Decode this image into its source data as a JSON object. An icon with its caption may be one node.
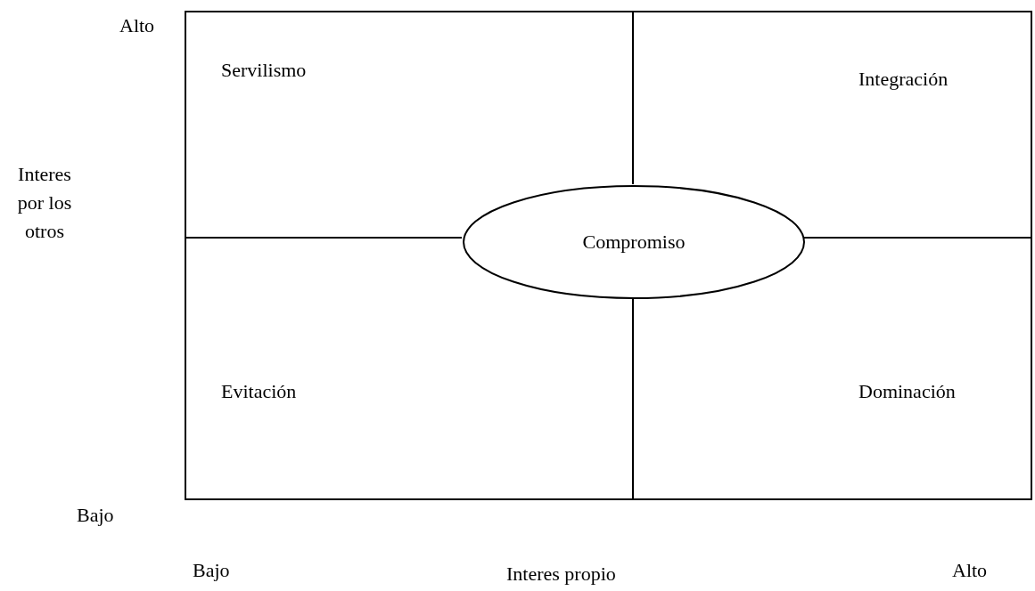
{
  "diagram": {
    "nodes": [
      {
        "text": [],
        "shape": "box"
      },
      {
        "text": [
          "Compromiso"
        ],
        "in": 0
      }
    ],
    "edges": [
      {
        "from": 1,
        "to": 0,
        "arrow": "none"
      },
      {
        "from": 1,
        "to": 0,
        "arrow": "none"
      },
      {
        "from": 1,
        "to": 0,
        "arrow": "none"
      },
      {
        "from": 1,
        "to": 0,
        "arrow": "none"
      }
    ],
    "labels": [
      "Alto",
      "Servilismo",
      "Integración",
      "Interes por los otros",
      "Evitación",
      "Dominación",
      "Bajo",
      "Bajo",
      "Alto",
      "Interes propio"
    ]
  }
}
